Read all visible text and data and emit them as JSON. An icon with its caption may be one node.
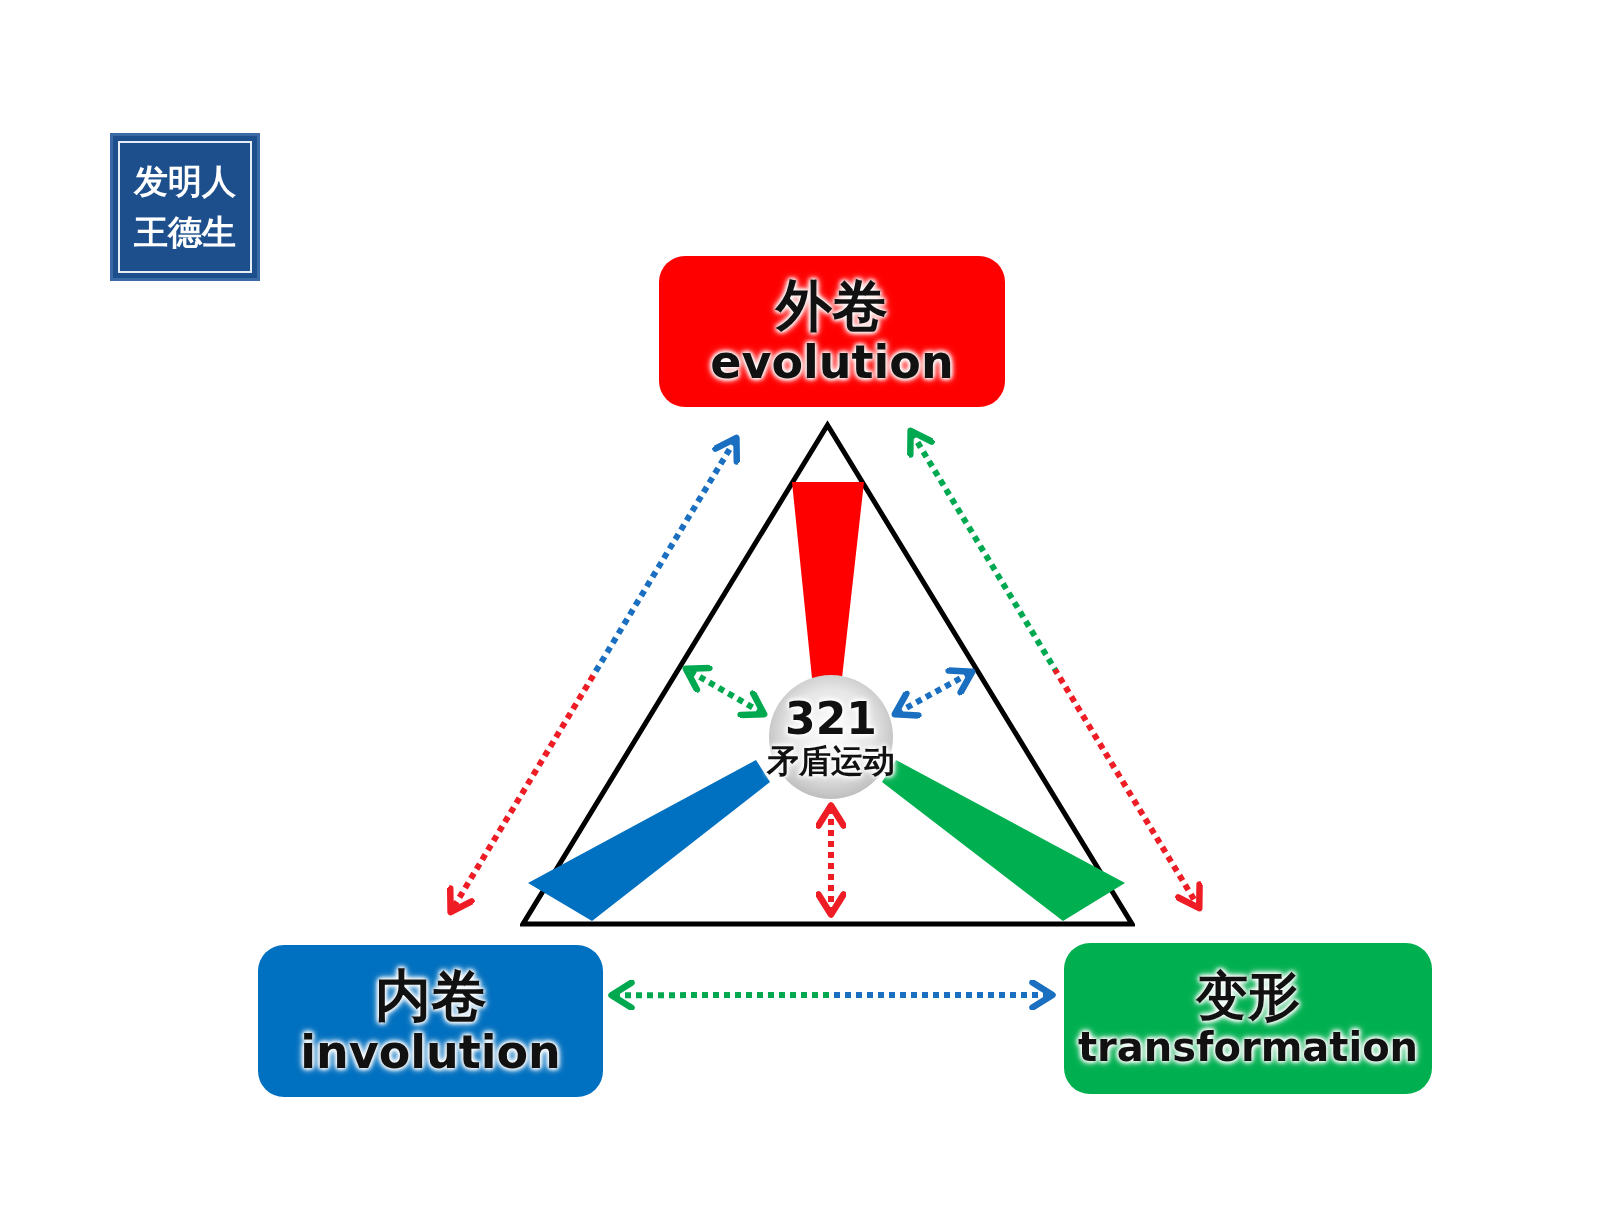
{
  "diagram": {
    "nodes": [
      {
        "text": [
          "发明人",
          "王德生"
        ]
      },
      {
        "text": [
          "外卷",
          "evolution"
        ]
      },
      {
        "text": [
          "内卷",
          "involution"
        ]
      },
      {
        "text": [
          "变形",
          "transformation"
        ]
      },
      {
        "text": [],
        "shape": "triangle"
      },
      {
        "text": [
          "321",
          "矛盾运动"
        ],
        "in": 4
      }
    ],
    "edges": [
      {
        "from": 1,
        "to": 2,
        "arrow": "both"
      },
      {
        "from": 1,
        "to": 3,
        "arrow": "both"
      },
      {
        "from": 2,
        "to": 3,
        "arrow": "both"
      },
      {
        "from": 5,
        "to": null,
        "arrow": "both",
        "color": "#00a84f"
      },
      {
        "from": 5,
        "to": null,
        "arrow": "both",
        "color": "#1a6fc0"
      },
      {
        "from": 5,
        "to": null,
        "arrow": "both",
        "color": "#ee1c24"
      }
    ]
  }
}
